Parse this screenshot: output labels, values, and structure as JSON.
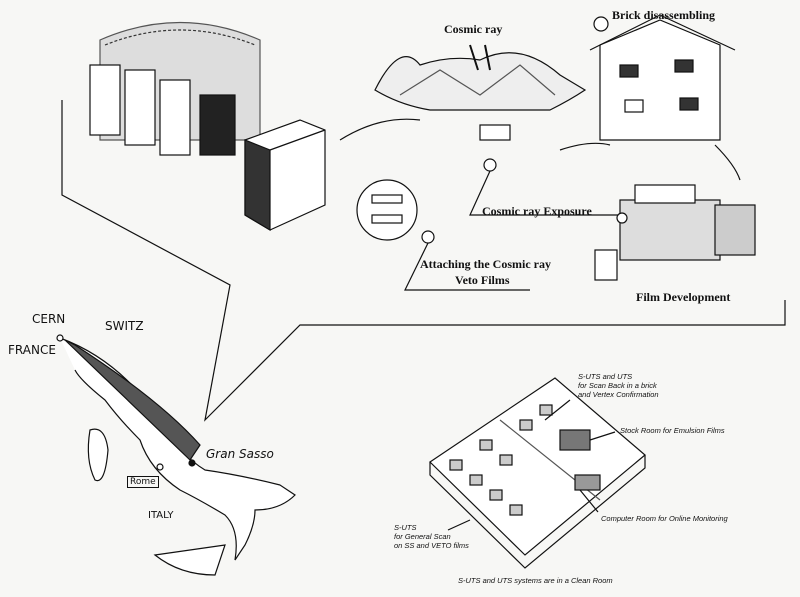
{
  "process": {
    "cosmic_ray": "Cosmic ray",
    "brick_disassembling": "Brick disassembling",
    "cosmic_ray_exposure": "Cosmic ray Exposure",
    "attaching_line1": "Attaching the Cosmic ray",
    "attaching_line2": "Veto Films",
    "film_development": "Film Development"
  },
  "map": {
    "cern": "CERN",
    "switz": "SWITZ",
    "france": "FRANCE",
    "gran_sasso": "Gran Sasso",
    "rome": "Rome",
    "italy": "ITALY"
  },
  "lab": {
    "scan_back_line1": "S-UTS and UTS",
    "scan_back_line2": "for Scan Back in a brick",
    "scan_back_line3": "and Vertex Confirmation",
    "stock_room": "Stock Room for Emulsion Films",
    "computer_room": "Computer Room for Online Monitoring",
    "general_scan_line1": "S-UTS",
    "general_scan_line2": "for General Scan",
    "general_scan_line3": "on SS and VETO films",
    "caption": "S-UTS and UTS systems are in a Clean Room"
  }
}
